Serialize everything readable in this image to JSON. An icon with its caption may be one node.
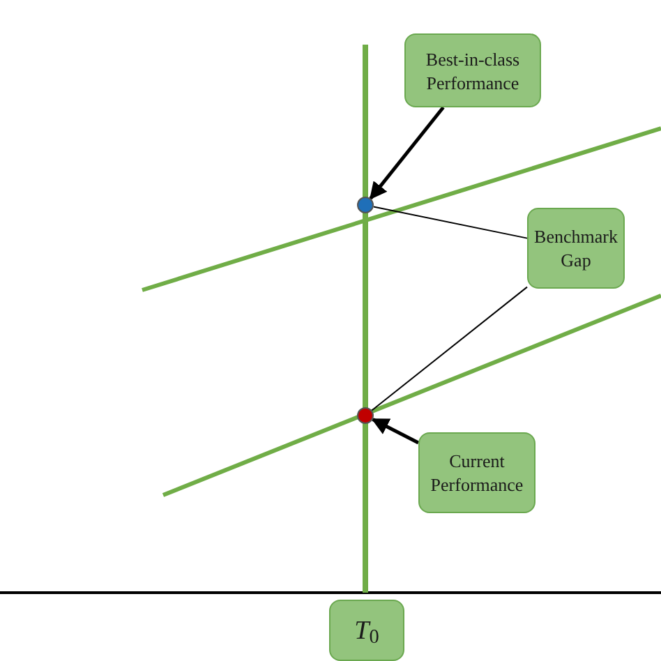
{
  "diagram": {
    "nodes": [
      {
        "text": [
          "Best-in-class Performance"
        ]
      },
      {
        "text": [
          "Benchmark Gap"
        ]
      },
      {
        "text": [],
        "shape": "circle"
      },
      {
        "text": [],
        "shape": "circle"
      },
      {
        "text": [
          "Current Performance"
        ]
      },
      {
        "text": [
          "*T*$_{0}$"
        ]
      }
    ],
    "edges": [
      {
        "from": 0,
        "to": 2,
        "arrow": "to",
        "style": "thick"
      },
      {
        "from": 1,
        "to": 2,
        "arrow": "none"
      },
      {
        "from": 1,
        "to": 3,
        "arrow": "none"
      },
      {
        "from": 4,
        "to": 3,
        "arrow": "to",
        "style": "thick"
      }
    ]
  }
}
